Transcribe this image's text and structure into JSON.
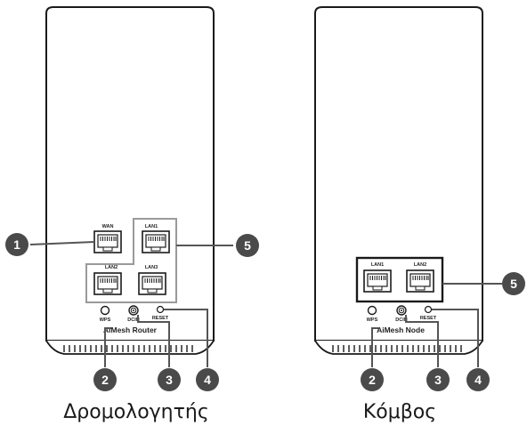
{
  "router": {
    "title": "Δρομολογητής",
    "model_label": "AiMesh Router",
    "ports": {
      "wan": "WAN",
      "lan1": "LAN1",
      "lan2": "LAN2",
      "lan3": "LAN3",
      "wps": "WPS",
      "dcin": "DCIN",
      "reset": "RESET"
    },
    "callouts": [
      "1",
      "2",
      "3",
      "4",
      "5"
    ]
  },
  "node": {
    "title": "Κόμβος",
    "model_label": "AiMesh Node",
    "ports": {
      "lan1": "LAN1",
      "lan2": "LAN2",
      "wps": "WPS",
      "dcin": "DCIN",
      "reset": "RESET"
    },
    "callouts": [
      "2",
      "3",
      "4",
      "5"
    ]
  },
  "colors": {
    "outline": "#1a1a1a",
    "callout_fill": "#4a4a4a",
    "leader_line": "#555555",
    "highlight_box": "#9a9a9a"
  }
}
